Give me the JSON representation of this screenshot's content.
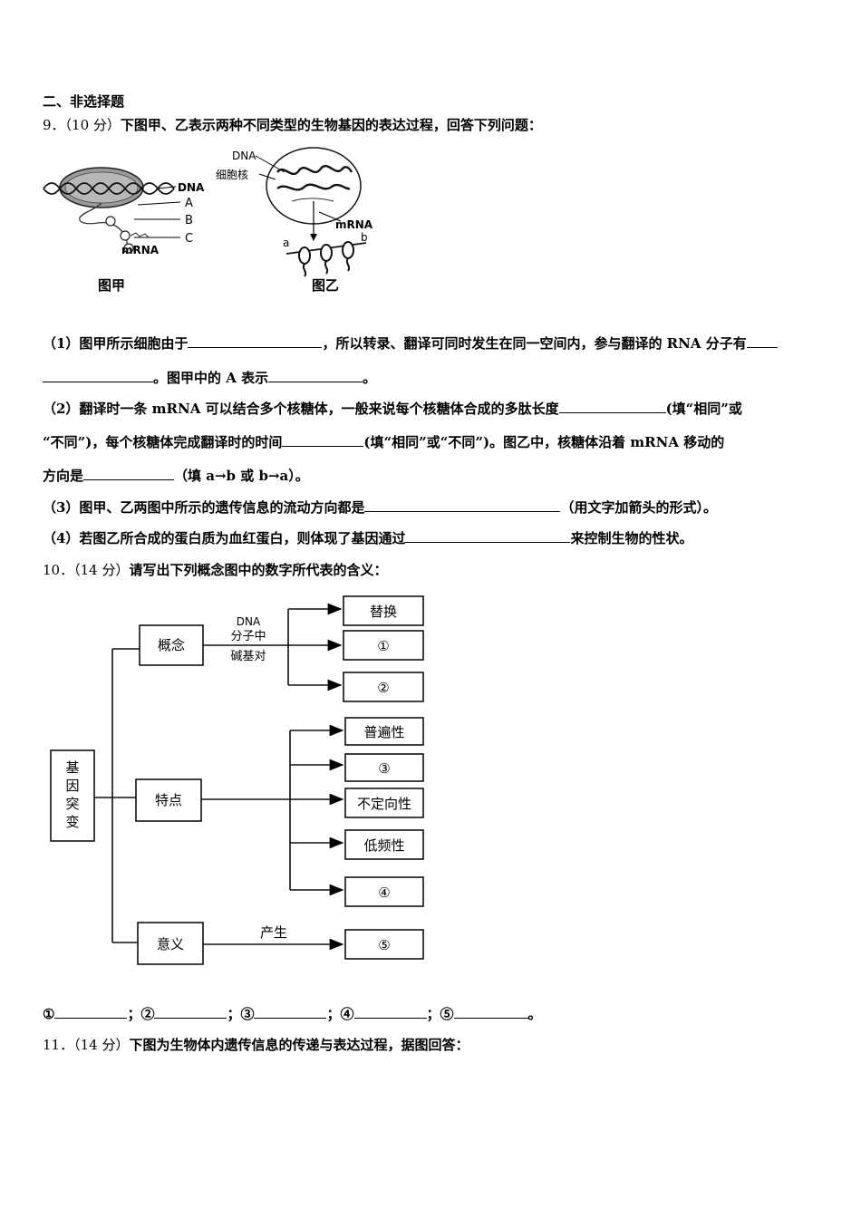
{
  "section_title": "二、非选择题",
  "q9": {
    "num": "9．",
    "score": "（10 分）",
    "stem": "下图甲、乙表示两种不同类型的生物基因的表达过程，回答下列问题：",
    "fig_jia": {
      "dna": "DNA",
      "a": "A",
      "b": "B",
      "c": "C",
      "mrna": "mRNA",
      "caption": "图甲"
    },
    "fig_yi": {
      "dna": "DNA",
      "nucleus": "细胞核",
      "mrna": "mRNA",
      "a": "a",
      "b": "b",
      "caption": "图乙"
    },
    "p1_a": "（1）图甲所示细胞由于",
    "p1_b": "，所以转录、翻译可同时发生在同一空间内，参与翻译的 RNA 分子有",
    "p1_c": "。图甲中的 A 表示",
    "p1_d": "。",
    "p2_a": "（2）翻译时一条 mRNA 可以结合多个核糖体，一般来说每个核糖体合成的多肽长度",
    "p2_b": "(填“相同”或",
    "p2_c": "“不同”)，每个核糖体完成翻译时的时间",
    "p2_d": "(填“相同”或“不同”)。图乙中，核糖体沿着 mRNA 移动的",
    "p2_e": "方向是",
    "p2_f": "（填 a→b 或 b→a）。",
    "p3_a": "（3）图甲、乙两图中所示的遗传信息的流动方向都是",
    "p3_b": "（用文字加箭头的形式）。",
    "p4_a": "（4）若图乙所合成的蛋白质为血红蛋白，则体现了基因通过",
    "p4_b": "来控制生物的性状。"
  },
  "q10": {
    "num": "10．",
    "score": "（14 分）",
    "stem": "请写出下列概念图中的数字所代表的含义：",
    "diagram": {
      "root": [
        "基",
        "因",
        "突",
        "变"
      ],
      "concept": "概念",
      "feature": "特点",
      "meaning": "意义",
      "concept_label": [
        "DNA",
        "分子中",
        "碱基对"
      ],
      "produce": "产生",
      "concept_items": [
        "替换",
        "①",
        "②"
      ],
      "feature_items": [
        "普遍性",
        "③",
        "不定向性",
        "低频性",
        "④"
      ],
      "meaning_item": "⑤"
    },
    "answers": [
      "①",
      "；②",
      "；③",
      "；④",
      "；⑤",
      "。"
    ]
  },
  "q11": {
    "num": "11．",
    "score": "（14 分）",
    "stem": "下图为生物体内遗传信息的传递与表达过程，据图回答："
  }
}
